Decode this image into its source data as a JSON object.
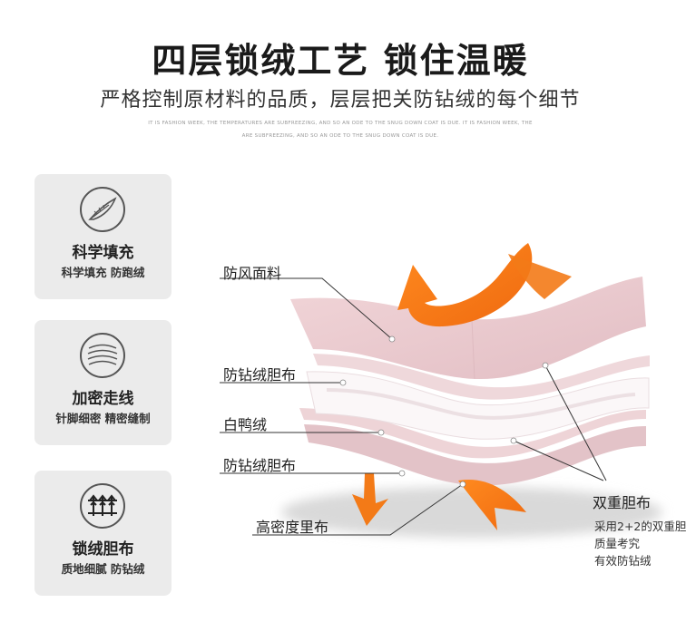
{
  "header": {
    "title": "四层锁绒工艺  锁住温暖",
    "subtitle": "严格控制原材料的品质，层层把关防钻绒的每个细节",
    "fine_print_1": "IT IS FASHION WEEK, THE TEMPERATURES ARE SUBFREEZING, AND SO AN ODE TO THE SNUG DOWN COAT IS DUE. IT IS FASHION WEEK, THE",
    "fine_print_2": "ARE SUBFREEZING, AND SO AN ODE TO THE SNUG DOWN COAT IS DUE."
  },
  "features": [
    {
      "icon": "feather-icon",
      "title": "科学填充",
      "subtitle": "科学填充 防跑绒"
    },
    {
      "icon": "stitch-lines-icon",
      "title": "加密走线",
      "subtitle": "针脚细密 精密缝制"
    },
    {
      "icon": "lock-down-icon",
      "title": "锁绒胆布",
      "subtitle": "质地细腻 防钻绒"
    }
  ],
  "layers": {
    "labels": [
      "防风面料",
      "防钻绒胆布",
      "白鸭绒",
      "防钻绒胆布",
      "高密度里布"
    ],
    "double_title": "双重胆布",
    "double_notes": [
      "采用2+2的双重胆",
      "质量考究",
      "有效防钻绒"
    ]
  },
  "colors": {
    "accent_orange": "#f37a17",
    "fabric_pink": "#e9c7cc",
    "card_bg": "#ebebeb"
  }
}
